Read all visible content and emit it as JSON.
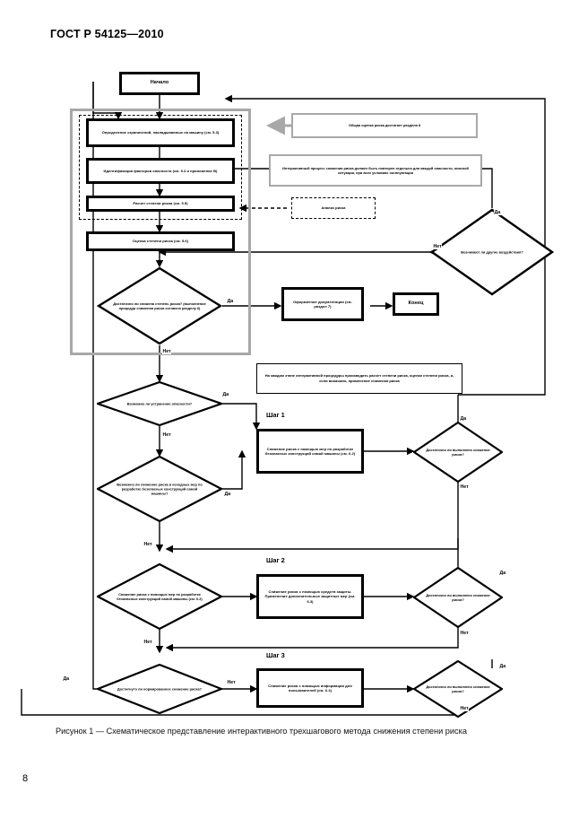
{
  "document": {
    "header": "ГОСТ Р 54125—2010",
    "page_number": "8",
    "figure_caption": "Рисунок 1 — Схематическое представление интерактивного трехшагового метода снижения степени риска"
  },
  "flowchart": {
    "nodes": {
      "start": "Начало",
      "end": "Конец",
      "determine_limits": "Определение ограничений, накладываемых на машину (см. 5.3)",
      "identify_hazards": "Идентификация факторов опасности (см. 5.4 и приложение B)",
      "estimate_risk": "Расчет степени риска (см. 5.5)",
      "evaluate_risk": "Оценка степени риска (см. 5.6)",
      "risk_analysis": "Анализ риска",
      "documentation": "Оформление документации (см. раздел 7)",
      "step1_action": "Снижение риска с помощью мер по разработке безопасных конструкций самой машины (см. 6.2)",
      "step2_action": "Снижение риска с помощью средств защиты. Применение дополнительных защитных мер (см. 6.3)",
      "step3_action": "Снижение риска с помощью информации для пользователей (см. 6.4)"
    },
    "decisions": {
      "risk_reduced_enough": "Достаточно ли снижена степень риска? (выполнение процедур снижения риска согласно разделу 6)",
      "other_hazards": "Возникают ли другие воздействия?",
      "can_eliminate_hazard": "Возможно ли устранение опасности?",
      "can_reduce_by_design": "Возможно ли снижение риска в исходных мер по разработке безопасных конструкций самой машины?",
      "step1_check": "Достаточно ли выполнено снижение риска?",
      "step2_source": "Снижение риска с помощью мер по разработке безопасных конструкций самой машины (см. 6.2)",
      "step2_check": "Достаточно ли выполнено снижение риска?",
      "step3_left": "Достигнуто ли нормированное снижение риска?",
      "step3_check": "Достаточно ли выполнено снижение риска?"
    },
    "callouts": {
      "overall_evaluation": "Общая оценка риска достигает раздела 8",
      "iterative_note": "Интерактивный процесс снижения риска должен быть повторен отдельно для каждой опасности, опасной ситуации, при всех условиях эксплуатации",
      "each_stage_note": "На каждом этапе интерактивной процедуры производить расчет степени риска, оценки степени риска, и, если возможно, применение снижения риска"
    },
    "steps": {
      "step1": "Шаг 1",
      "step2": "Шаг 2",
      "step3": "Шаг 3"
    },
    "edge_labels": {
      "yes": "Да",
      "no": "Нет"
    }
  }
}
